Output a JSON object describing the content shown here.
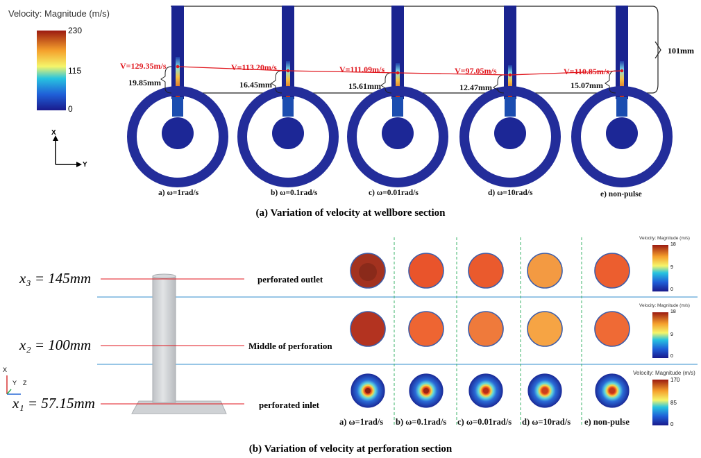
{
  "panel_a": {
    "legend": {
      "title": "Velocity: Magnitude (m/s)",
      "max": "230",
      "mid": "115",
      "min": "0"
    },
    "axes": {
      "x": "X",
      "y": "Y"
    },
    "total_height": "101mm",
    "cases": [
      {
        "velocity": "V=129.35m/s",
        "depth": "19.85mm",
        "label": "a) ω=1rad/s"
      },
      {
        "velocity": "V=113.20m/s",
        "depth": "16.45mm",
        "label": "b) ω=0.1rad/s"
      },
      {
        "velocity": "V=111.09m/s",
        "depth": "15.61mm",
        "label": "c) ω=0.01rad/s"
      },
      {
        "velocity": "V=97.05m/s",
        "depth": "12.47mm",
        "label": "d) ω=10rad/s"
      },
      {
        "velocity": "V=110.85m/s",
        "depth": "15.07mm",
        "label": "e) non-pulse"
      }
    ],
    "caption": "(a)  Variation of velocity at wellbore section"
  },
  "panel_b": {
    "sections": [
      {
        "position": "x₃ = 145mm",
        "name": "perforated outlet"
      },
      {
        "position": "x₂ = 100mm",
        "name": "Middle of perforation"
      },
      {
        "position": "x₁ = 57.15mm",
        "name": "perforated inlet"
      }
    ],
    "legends": [
      {
        "title": "Velocity: Magnitude (m/s)",
        "max": "18",
        "mid": "9",
        "min": "0"
      },
      {
        "title": "Velocity: Magnitude (m/s)",
        "max": "18",
        "mid": "9",
        "min": "0"
      },
      {
        "title": "Velocity: Magnitude (m/s)",
        "max": "170",
        "mid": "85",
        "min": "0"
      }
    ],
    "axes": {
      "x": "X",
      "y": "Y",
      "z": "Z"
    },
    "case_labels": [
      "a) ω=1rad/s",
      "b) ω=0.1rad/s",
      "c) ω=0.01rad/s",
      "d) ω=10rad/s",
      "e) non-pulse"
    ],
    "caption": "(b)  Variation of velocity at perforation section",
    "colors": {
      "outlet": [
        "#a3321f",
        "#e9542b",
        "#ea5a2d",
        "#f39a42",
        "#ec5e2f"
      ],
      "middle": [
        "#b33320",
        "#ee6532",
        "#ef7a3b",
        "#f6a444",
        "#ef6a35"
      ],
      "inlet_core": [
        "#8a1f12",
        "#9a2514",
        "#b62f18",
        "#c8421c",
        "#c0381a"
      ]
    }
  }
}
